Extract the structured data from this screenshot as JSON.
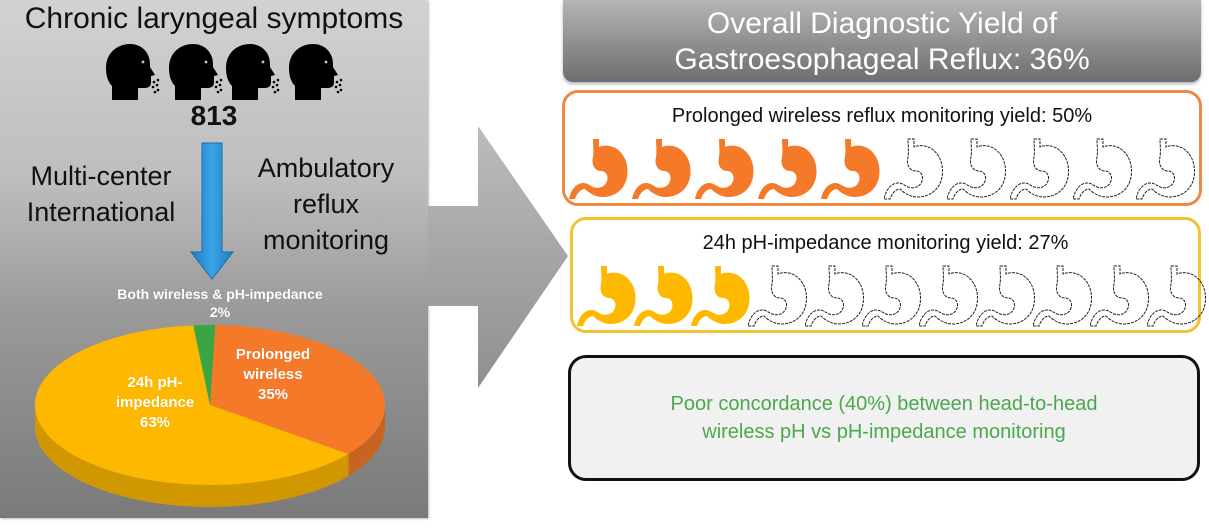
{
  "left_panel": {
    "title": "Chronic laryngeal symptoms",
    "head_icon_count": 4,
    "patient_count": "813",
    "left_label_line1": "Multi-center",
    "left_label_line2": "International",
    "right_label_line1": "Ambulatory",
    "right_label_line2": "reflux",
    "right_label_line3": "monitoring",
    "arrow_color": "#2e95d8"
  },
  "chart_data": {
    "type": "pie",
    "title": "",
    "slices": [
      {
        "label": "Prolonged wireless",
        "value": 35,
        "color": "#f47a2a"
      },
      {
        "label": "24h pH-impedance",
        "value": 63,
        "color": "#ffb800"
      },
      {
        "label": "Both wireless & pH-impedance",
        "value": 2,
        "color": "#3aa543"
      }
    ],
    "labels": {
      "both_line1": "Both wireless & pH-impedance",
      "both_line2": "2%",
      "wireless_line1": "Prolonged",
      "wireless_line2": "wireless",
      "wireless_line3": "35%",
      "impedance_line1": "24h pH-",
      "impedance_line2": "impedance",
      "impedance_line3": "63%"
    }
  },
  "right_panel": {
    "header_line1": "Overall Diagnostic Yield of",
    "header_line2": "Gastroesophageal Reflux: 36%",
    "wireless": {
      "title": "Prolonged wireless reflux monitoring yield: 50%",
      "yield_percent": 50,
      "filled_icons": 5,
      "total_icons": 10,
      "color": "#f47a2a"
    },
    "impedance": {
      "title": "24h pH-impedance monitoring yield: 27%",
      "yield_percent": 27,
      "filled_icons": 3,
      "total_icons": 11,
      "color": "#ffb800"
    },
    "concordance": {
      "line1": "Poor concordance (40%) between head-to-head",
      "line2": "wireless pH vs pH-impedance monitoring",
      "color": "#4ca84c"
    }
  }
}
